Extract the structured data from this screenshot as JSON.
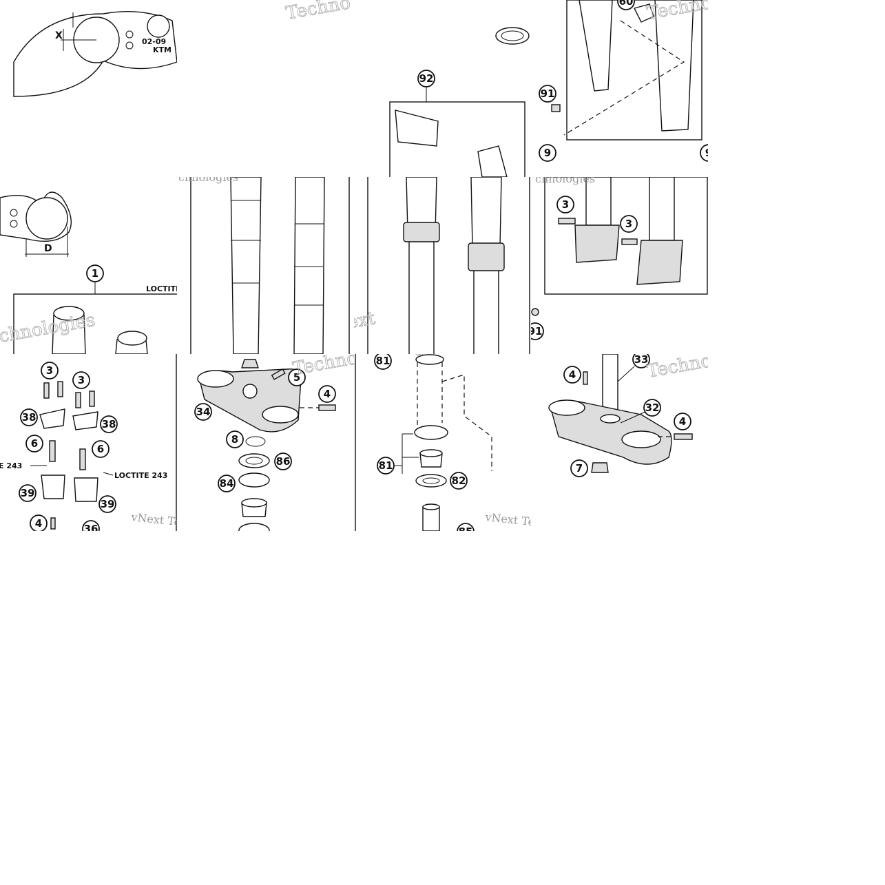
{
  "watermark": {
    "brand": "vNext Tec",
    "word_technologies": "Technologies",
    "word_techno": "Techno",
    "word_chnologies": "chnologies",
    "word_ext": "ext",
    "word_next": "vNe"
  },
  "notes": {
    "loctite_partial": "LOCTITE",
    "loctite_243": "LOCTITE 243",
    "loctite_243_left": "E 243"
  },
  "dimensions": {
    "x": "X",
    "d": "D"
  },
  "clamp_marks": {
    "code": "02-09",
    "logo": "KTM"
  },
  "callouts": {
    "c1": "1",
    "c3": "3",
    "c4": "4",
    "c5": "5",
    "c6": "6",
    "c7": "7",
    "c8": "8",
    "c9": "9",
    "c32": "32",
    "c33": "33",
    "c34": "34",
    "c36": "36",
    "c38": "38",
    "c39": "39",
    "c60": "60",
    "c81": "81",
    "c82": "82",
    "c84": "84",
    "c85": "85",
    "c86": "86",
    "c91": "91",
    "c92": "92"
  }
}
